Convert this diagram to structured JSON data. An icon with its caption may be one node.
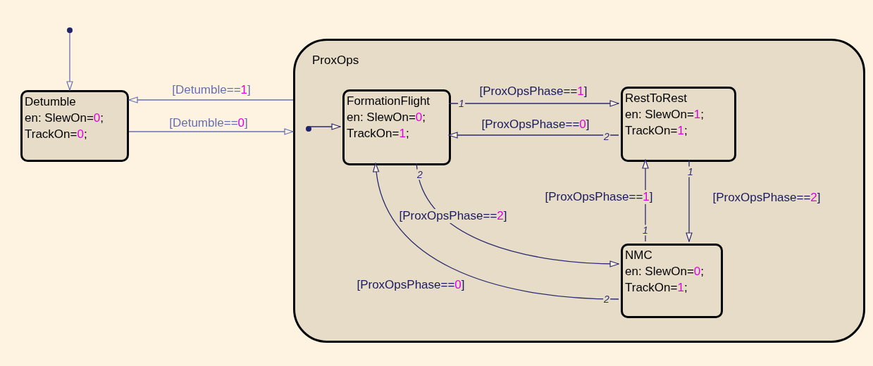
{
  "diagram": {
    "nodes": [
      {
        "text": [],
        "shape": "circle"
      },
      {
        "text": [
          "Detumble",
          "en: SlewOn=0;",
          "TrackOn=0;"
        ]
      },
      {
        "text": [
          "ProxOps"
        ]
      },
      {
        "text": [],
        "shape": "circle",
        "in": 2
      },
      {
        "text": [
          "FormationFlight",
          "en: SlewOn=0;",
          "TrackOn=1;"
        ],
        "in": 2
      },
      {
        "text": [
          "RestToRest",
          "en: SlewOn=1;",
          "TrackOn=1;"
        ],
        "in": 2
      },
      {
        "text": [
          "NMC",
          "en: SlewOn=0;",
          "TrackOn=1;"
        ],
        "in": 2
      }
    ],
    "edges": [
      {
        "from": 0,
        "to": 1,
        "arrow": "to",
        "color": "#6870b0"
      },
      {
        "from": 2,
        "to": 1,
        "arrow": "to",
        "label": "[Detumble==1]",
        "color": "#6870b0"
      },
      {
        "from": 1,
        "to": 2,
        "arrow": "to",
        "label": "[Detumble==0]",
        "color": "#6870b0"
      },
      {
        "from": 3,
        "to": 4,
        "arrow": "to"
      },
      {
        "from": 4,
        "to": 5,
        "arrow": "to",
        "label": "[ProxOpsPhase==1]"
      },
      {
        "from": 5,
        "to": 4,
        "arrow": "to",
        "label": "[ProxOpsPhase==0]"
      },
      {
        "from": 6,
        "to": 5,
        "arrow": "to",
        "label": "[ProxOpsPhase==1]"
      },
      {
        "from": 5,
        "to": 6,
        "arrow": "to",
        "label": "[ProxOpsPhase==2]"
      },
      {
        "from": 4,
        "to": 6,
        "arrow": "to",
        "label": "[ProxOpsPhase==2]"
      },
      {
        "from": 6,
        "to": 4,
        "arrow": "to",
        "label": "[ProxOpsPhase==0]"
      }
    ],
    "labels": [
      "1",
      "2",
      "2",
      "1",
      "1",
      "2"
    ]
  }
}
